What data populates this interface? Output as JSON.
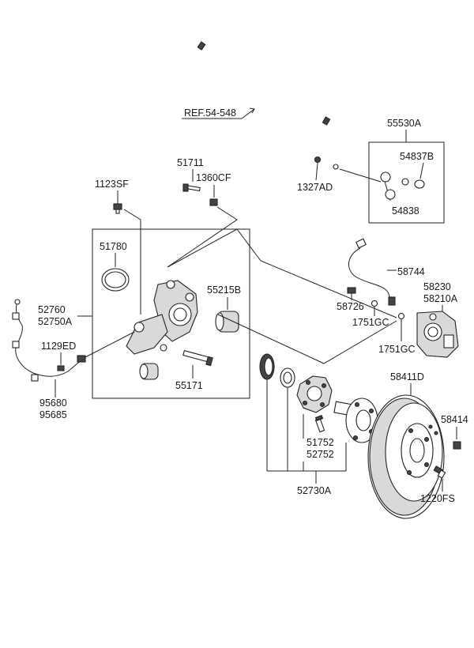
{
  "labels": {
    "ref_stabilizer": "REF.54-548",
    "link_assy": "55530A",
    "link_nut": "54837B",
    "link_body": "54838",
    "bracket_bolt": "1327AD",
    "bolt_1123": "1123SF",
    "bolt_51711": "51711",
    "nut_1360": "1360CF",
    "dust_cover": "51780",
    "bushing": "55215B",
    "sensor_a": "52760",
    "sensor_b": "52750A",
    "screw_1129": "1129ED",
    "harness_a": "95680",
    "harness_b": "95685",
    "pin_55171": "55171",
    "hose": "58744",
    "caliper_a": "58230",
    "caliper_b": "58210A",
    "clip": "58726",
    "gasket_1": "1751GC",
    "gasket_2": "1751GC",
    "disc": "58411D",
    "disc_nut": "58414",
    "hub_bolt_a": "51752",
    "hub_bolt_b": "52752",
    "hub_assy": "52730A",
    "disc_screw": "1220FS"
  }
}
